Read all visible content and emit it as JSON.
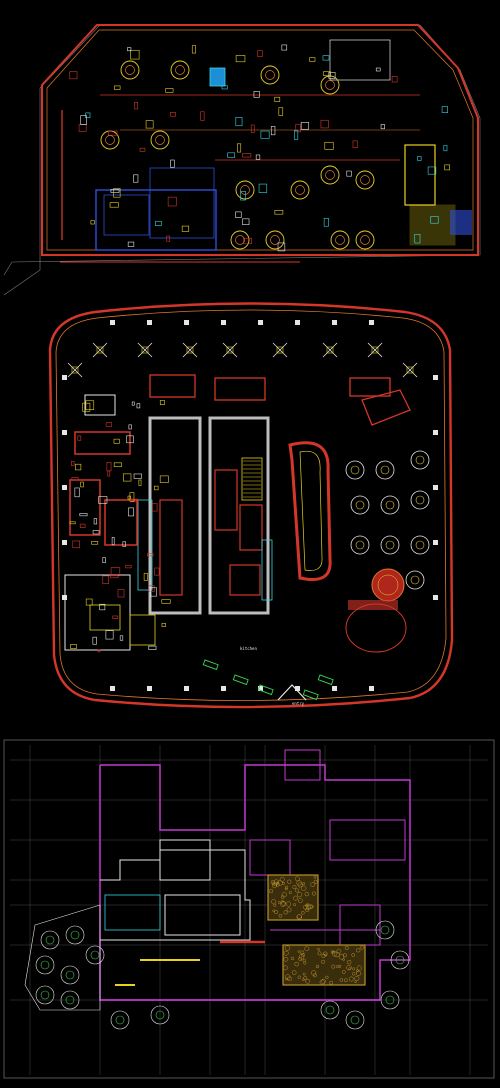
{
  "sheet": {
    "background": "#000000",
    "panels": [
      {
        "id": "plan-top"
      },
      {
        "id": "plan-middle",
        "notes": [
          {
            "id": "kitchen-note",
            "text": "kitchen"
          },
          {
            "id": "entry-note",
            "text": "entry"
          }
        ]
      },
      {
        "id": "plan-bottom"
      }
    ]
  },
  "colors": {
    "wall_red": "#d4372a",
    "wall_orange": "#e0782b",
    "line_yellow": "#e8d21e",
    "line_white": "#e6e6e6",
    "line_magenta": "#c23ad1",
    "line_cyan": "#34d7e6",
    "line_blue": "#2f4fd8",
    "line_green": "#39d24a",
    "hatch_gold": "#b88f2c"
  }
}
